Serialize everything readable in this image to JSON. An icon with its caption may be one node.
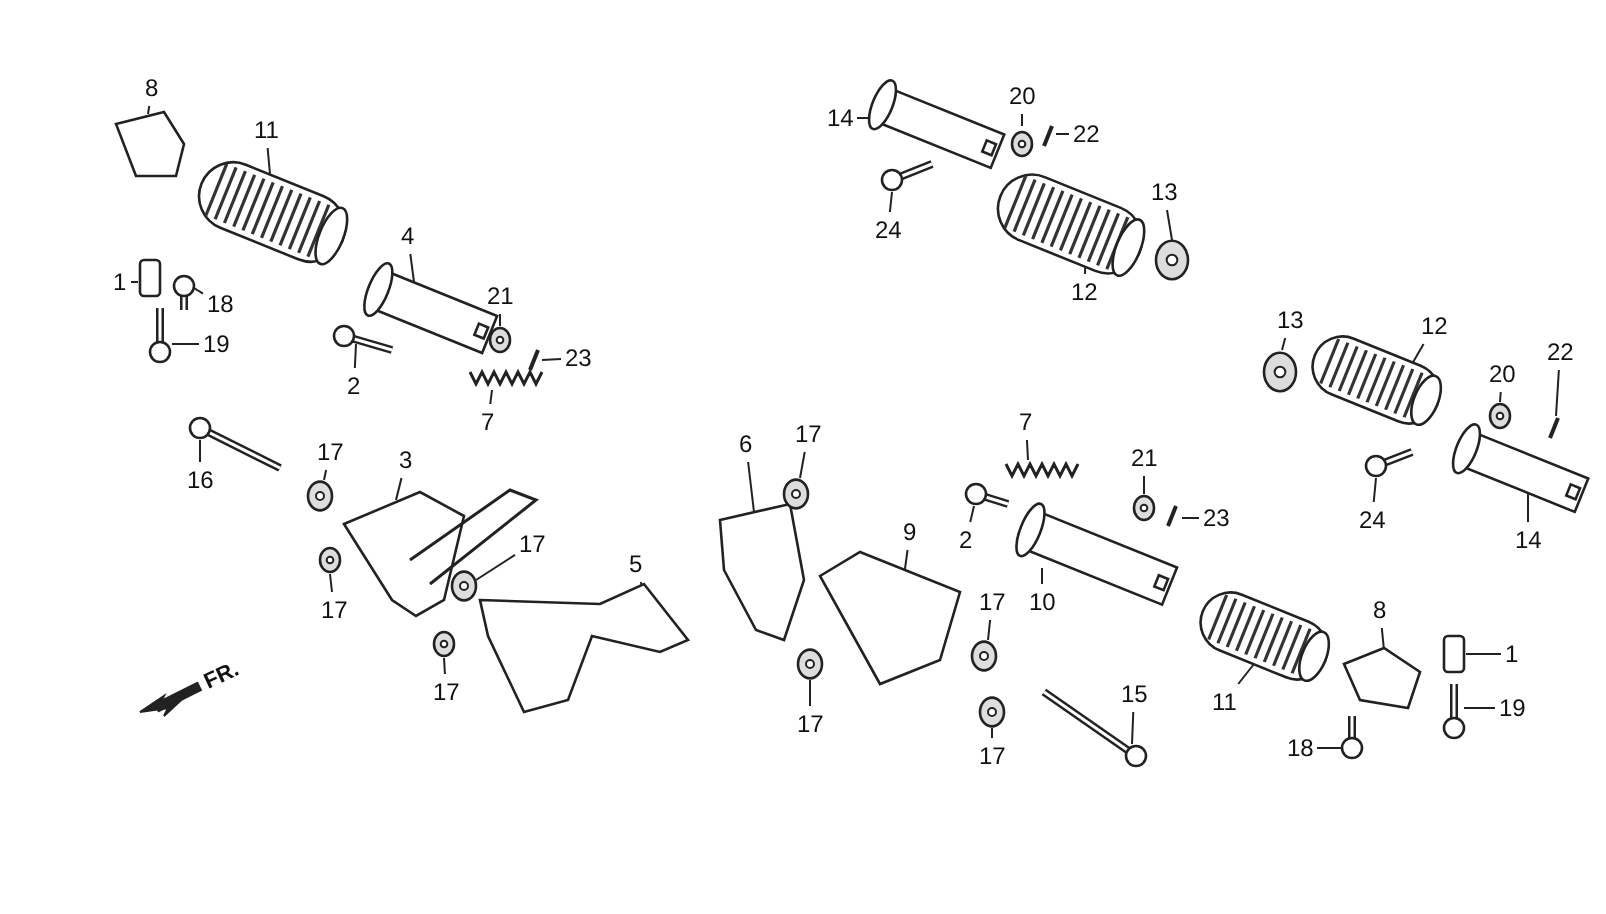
{
  "diagram": {
    "nodes": [
      {
        "text": [
          "8"
        ]
      },
      {
        "text": [
          "11"
        ]
      },
      {
        "text": [
          "1"
        ]
      },
      {
        "text": [
          "18"
        ]
      },
      {
        "text": [
          "19"
        ]
      },
      {
        "text": [
          "4"
        ]
      },
      {
        "text": [
          "2"
        ]
      },
      {
        "text": [
          "21"
        ]
      },
      {
        "text": [
          "23"
        ]
      },
      {
        "text": [
          "7"
        ]
      },
      {
        "text": [
          "16"
        ]
      },
      {
        "text": [
          "17"
        ]
      },
      {
        "text": [
          "3"
        ]
      },
      {
        "text": [
          "17"
        ]
      },
      {
        "text": [
          "17"
        ]
      },
      {
        "text": [
          "5"
        ]
      },
      {
        "text": [
          "17"
        ]
      },
      {
        "text": [
          "14"
        ]
      },
      {
        "text": [
          "20"
        ]
      },
      {
        "text": [
          "22"
        ]
      },
      {
        "text": [
          "24"
        ]
      },
      {
        "text": [
          "13"
        ]
      },
      {
        "text": [
          "12"
        ]
      },
      {
        "text": [
          "6"
        ]
      },
      {
        "text": [
          "17"
        ]
      },
      {
        "text": [
          "7"
        ]
      },
      {
        "text": [
          "9"
        ]
      },
      {
        "text": [
          "2"
        ]
      },
      {
        "text": [
          "21"
        ]
      },
      {
        "text": [
          "23"
        ]
      },
      {
        "text": [
          "10"
        ]
      },
      {
        "text": [
          "17"
        ]
      },
      {
        "text": [
          "13"
        ]
      },
      {
        "text": [
          "12"
        ]
      },
      {
        "text": [
          "20"
        ]
      },
      {
        "text": [
          "22"
        ]
      },
      {
        "text": [
          "24"
        ]
      },
      {
        "text": [
          "14"
        ]
      },
      {
        "text": [
          "17"
        ]
      },
      {
        "text": [
          "17"
        ]
      },
      {
        "text": [
          "15"
        ]
      },
      {
        "text": [
          "11"
        ]
      },
      {
        "text": [
          "8"
        ]
      },
      {
        "text": [
          "1"
        ]
      },
      {
        "text": [
          "19"
        ]
      },
      {
        "text": [
          "18"
        ]
      },
      {
        "text": [],
        "shape": "picture"
      },
      {
        "text": [],
        "shape": "picture"
      },
      {
        "text": [],
        "shape": "box"
      },
      {
        "text": [],
        "shape": "picture"
      },
      {
        "text": [],
        "shape": "picture"
      },
      {
        "text": [],
        "shape": "picture"
      },
      {
        "text": [],
        "shape": "picture"
      },
      {
        "text": [],
        "shape": "picture"
      },
      {
        "text": [],
        "shape": "picture"
      },
      {
        "text": [],
        "shape": "picture"
      },
      {
        "text": [],
        "shape": "picture"
      },
      {
        "text": [],
        "shape": "picture"
      },
      {
        "text": [],
        "shape": "picture"
      },
      {
        "text": [],
        "shape": "picture"
      },
      {
        "text": [],
        "shape": "picture"
      },
      {
        "text": [],
        "shape": "picture"
      },
      {
        "text": [],
        "shape": "picture"
      },
      {
        "text": [],
        "shape": "picture"
      },
      {
        "text": [],
        "shape": "picture"
      },
      {
        "text": [],
        "shape": "picture"
      },
      {
        "text": [],
        "shape": "picture"
      },
      {
        "text": [],
        "shape": "picture"
      },
      {
        "text": [],
        "shape": "picture"
      },
      {
        "text": [],
        "shape": "picture"
      },
      {
        "text": [],
        "shape": "picture"
      },
      {
        "text": [],
        "shape": "picture"
      },
      {
        "text": [],
        "shape": "picture"
      },
      {
        "text": [],
        "shape": "picture"
      },
      {
        "text": [],
        "shape": "picture"
      },
      {
        "text": [],
        "shape": "picture"
      },
      {
        "text": [],
        "shape": "picture"
      },
      {
        "text": [],
        "shape": "picture"
      },
      {
        "text": [],
        "shape": "picture"
      },
      {
        "text": [],
        "shape": "picture"
      },
      {
        "text": [],
        "shape": "picture"
      },
      {
        "text": [],
        "shape": "picture"
      },
      {
        "text": [],
        "shape": "picture"
      },
      {
        "text": [],
        "shape": "picture"
      },
      {
        "text": [],
        "shape": "picture"
      },
      {
        "text": [],
        "shape": "picture"
      },
      {
        "text": [],
        "shape": "picture"
      },
      {
        "text": [],
        "shape": "picture"
      },
      {
        "text": [],
        "shape": "picture"
      },
      {
        "text": [],
        "shape": "box"
      },
      {
        "text": [],
        "shape": "picture"
      },
      {
        "text": [],
        "shape": "picture"
      }
    ],
    "edges": [
      {
        "from": 0,
        "to": 46,
        "arrow": "none"
      },
      {
        "from": 1,
        "to": 47,
        "arrow": "none"
      },
      {
        "from": 2,
        "to": 48,
        "arrow": "none"
      },
      {
        "from": 3,
        "to": 49,
        "arrow": "none"
      },
      {
        "from": 4,
        "to": 50,
        "arrow": "none"
      },
      {
        "from": 5,
        "to": 51,
        "arrow": "none"
      },
      {
        "from": 6,
        "to": 52,
        "arrow": "none"
      },
      {
        "from": 7,
        "to": 53,
        "arrow": "none"
      },
      {
        "from": 8,
        "to": 54,
        "arrow": "none"
      },
      {
        "from": 9,
        "to": 55,
        "arrow": "none"
      },
      {
        "from": 10,
        "to": 56,
        "arrow": "none"
      },
      {
        "from": 11,
        "to": 57,
        "arrow": "none"
      },
      {
        "from": 12,
        "to": 58,
        "arrow": "none"
      },
      {
        "from": 13,
        "to": 59,
        "arrow": "none"
      },
      {
        "from": 14,
        "to": 60,
        "arrow": "none"
      },
      {
        "from": 15,
        "to": 61,
        "arrow": "none"
      },
      {
        "from": 16,
        "to": 62,
        "arrow": "none"
      },
      {
        "from": 17,
        "to": 63,
        "arrow": "none"
      },
      {
        "from": 18,
        "to": 64,
        "arrow": "none"
      },
      {
        "from": 19,
        "to": 65,
        "arrow": "none"
      },
      {
        "from": 20,
        "to": 66,
        "arrow": "none"
      },
      {
        "from": 21,
        "to": 67,
        "arrow": "none"
      },
      {
        "from": 22,
        "to": 68,
        "arrow": "none"
      },
      {
        "from": 23,
        "to": 69,
        "arrow": "none"
      },
      {
        "from": 24,
        "to": 70,
        "arrow": "none"
      },
      {
        "from": 25,
        "to": 71,
        "arrow": "none"
      },
      {
        "from": 26,
        "to": 72,
        "arrow": "none"
      },
      {
        "from": 27,
        "to": 73,
        "arrow": "none"
      },
      {
        "from": 28,
        "to": 74,
        "arrow": "none"
      },
      {
        "from": 29,
        "to": 75,
        "arrow": "none"
      },
      {
        "from": 30,
        "to": 76,
        "arrow": "none"
      },
      {
        "from": 31,
        "to": 77,
        "arrow": "none"
      },
      {
        "from": 32,
        "to": 78,
        "arrow": "none"
      },
      {
        "from": 33,
        "to": 79,
        "arrow": "none"
      },
      {
        "from": 34,
        "to": 80,
        "arrow": "none"
      },
      {
        "from": 35,
        "to": 81,
        "arrow": "none"
      },
      {
        "from": 36,
        "to": 82,
        "arrow": "none"
      },
      {
        "from": 37,
        "to": 83,
        "arrow": "none"
      },
      {
        "from": 38,
        "to": 84,
        "arrow": "none"
      },
      {
        "from": 39,
        "to": 85,
        "arrow": "none"
      },
      {
        "from": 40,
        "to": 86,
        "arrow": "none"
      },
      {
        "from": 41,
        "to": 87,
        "arrow": "none"
      },
      {
        "from": 42,
        "to": 88,
        "arrow": "none"
      },
      {
        "from": 43,
        "to": 89,
        "arrow": "none"
      },
      {
        "from": 44,
        "to": 90,
        "arrow": "none"
      },
      {
        "from": 45,
        "to": 91,
        "arrow": "none"
      }
    ],
    "labels": [
      "FR."
    ]
  }
}
